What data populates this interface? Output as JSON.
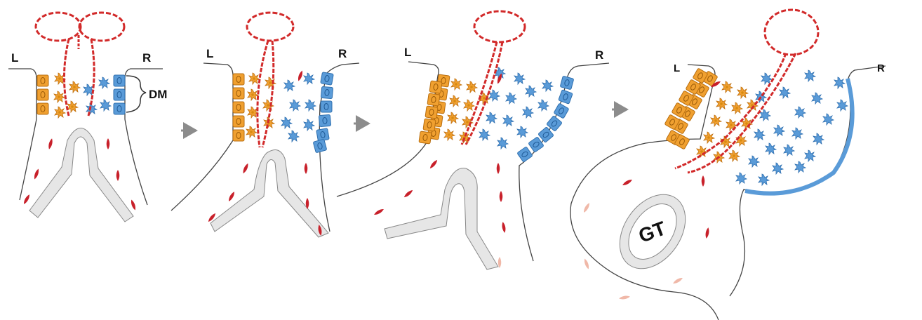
{
  "labels": {
    "left": "L",
    "right": "R",
    "dorsal_mesentery": "DM",
    "gut_tube": "GT"
  },
  "colors": {
    "left_cells": "#f0a030",
    "left_cell_border": "#b86e10",
    "right_cells": "#5a9bd8",
    "right_cell_border": "#2f6fae",
    "twisted_cord": "#d22a2a",
    "mesenchyme_red": "#c8202a",
    "mesenchyme_pink": "#f0b8a8",
    "outline": "#444444",
    "gut_fill": "#e6e6e6",
    "arrow": "#8c8c8c"
  },
  "panels": [
    {
      "id": "stage-1"
    },
    {
      "id": "stage-2"
    },
    {
      "id": "stage-3"
    },
    {
      "id": "stage-4"
    }
  ]
}
